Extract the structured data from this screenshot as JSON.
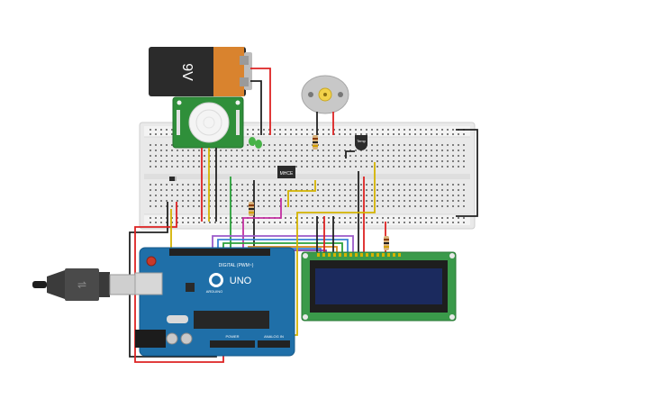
{
  "battery": {
    "label": "9V"
  },
  "ic": {
    "label": "MHCE"
  },
  "sensor": {
    "label": "Temp"
  },
  "arduino": {
    "model_label": "UNO",
    "brand_label": "ARDUINO",
    "digital_label": "DIGITAL (PWM~)",
    "power_label": "POWER",
    "analog_label": "ANALOG IN"
  },
  "colors": {
    "breadboard": "#ececec",
    "arduino_board": "#1f6fa8",
    "pir_board": "#2f8f3a",
    "lcd_screen": "#1b2a5e",
    "lcd_board": "#3a9a4a",
    "battery_body": "#2a2a2a",
    "battery_label": "#d9832e"
  }
}
